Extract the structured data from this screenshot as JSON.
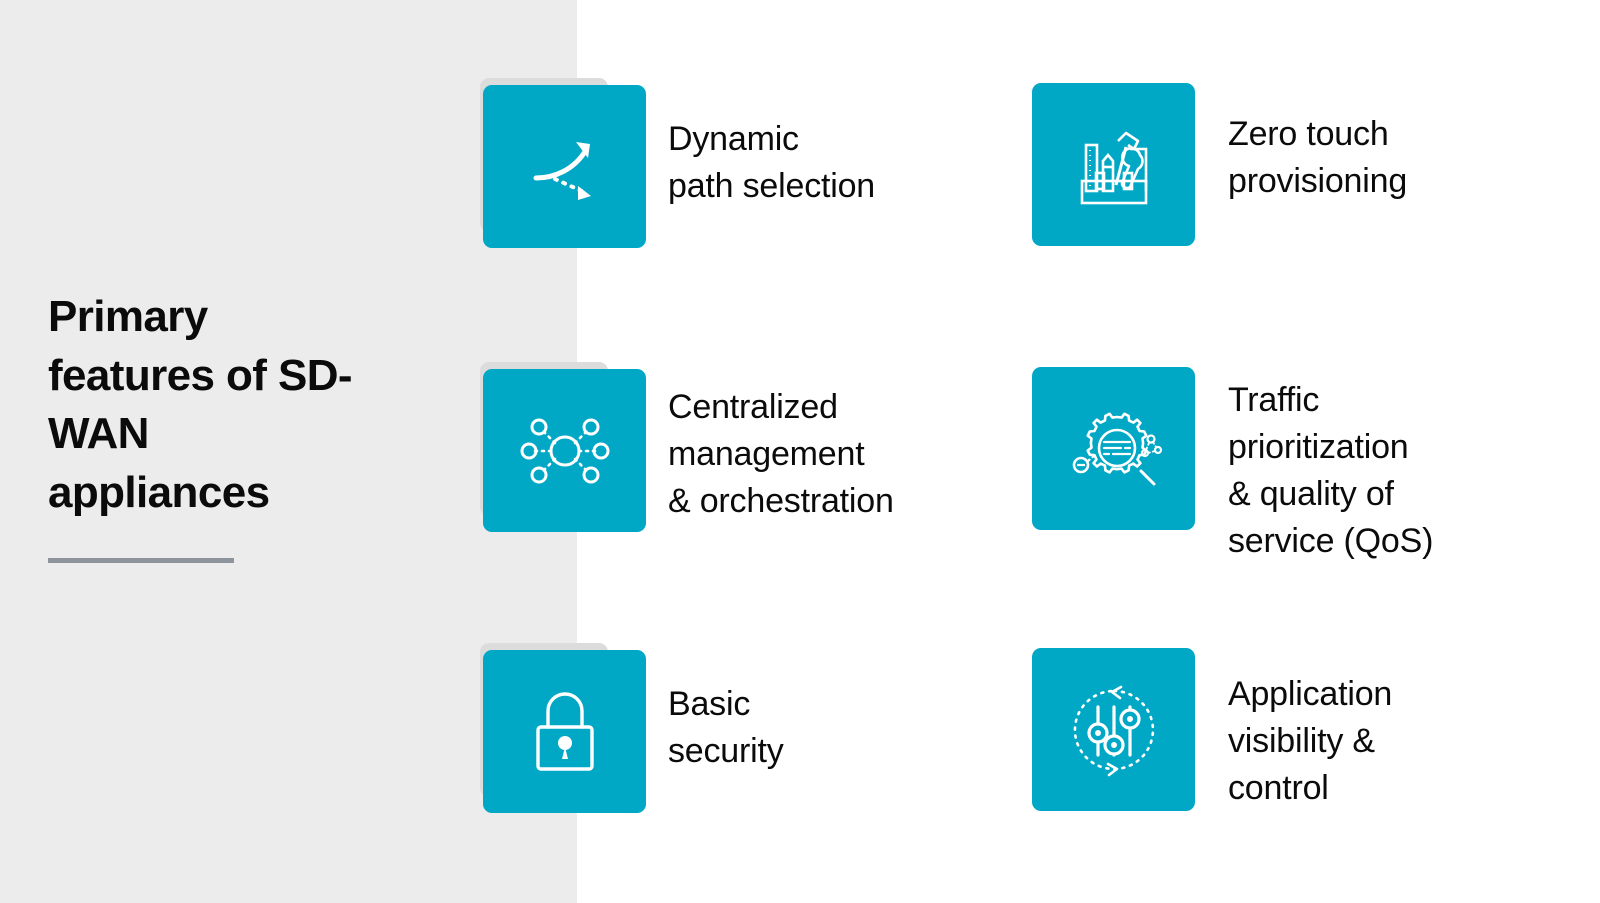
{
  "colors": {
    "panel_background": "#ececec",
    "tile_teal": "#00a8c6",
    "tile_shadow": "#dcdcdc",
    "rule_gray": "#8e949c",
    "text_black": "#0b0b0b",
    "icon_white": "#ffffff"
  },
  "heading": {
    "title": "Primary features of SD-WAN appliances"
  },
  "features": [
    {
      "id": "dynamic-path-selection",
      "label": "Dynamic\npath selection",
      "icon": "diverging-arrows-icon",
      "column": "left",
      "row": 1,
      "has_shadow_card": true
    },
    {
      "id": "zero-touch-provisioning",
      "label": "Zero touch\nprovisioning",
      "icon": "toolbox-icon",
      "column": "right",
      "row": 1,
      "has_shadow_card": false
    },
    {
      "id": "centralized-management-orchestration",
      "label": "Centralized\nmanagement\n& orchestration",
      "icon": "hub-network-icon",
      "column": "left",
      "row": 2,
      "has_shadow_card": true
    },
    {
      "id": "traffic-prioritization-qos",
      "label": "Traffic\nprioritization\n& quality of\nservice (QoS)",
      "icon": "gear-magnifier-icon",
      "column": "right",
      "row": 2,
      "has_shadow_card": false
    },
    {
      "id": "basic-security",
      "label": "Basic\nsecurity",
      "icon": "padlock-icon",
      "column": "left",
      "row": 3,
      "has_shadow_card": true
    },
    {
      "id": "application-visibility-control",
      "label": "Application\nvisibility &\ncontrol",
      "icon": "sliders-cycle-icon",
      "column": "right",
      "row": 3,
      "has_shadow_card": false
    }
  ]
}
